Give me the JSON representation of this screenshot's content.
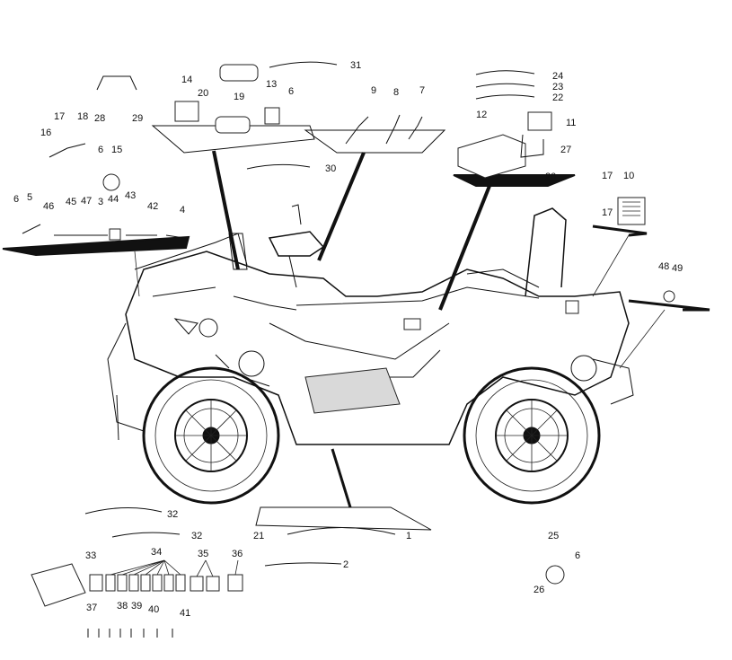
{
  "callouts": {
    "c1": "1",
    "c2": "2",
    "c3": "3",
    "c4": "4",
    "c5": "5",
    "c6a": "6",
    "c6b": "6",
    "c6c": "6",
    "c6d": "6",
    "c7": "7",
    "c8": "8",
    "c9": "9",
    "c10": "10",
    "c11": "11",
    "c12": "12",
    "c13": "13",
    "c14": "14",
    "c15": "15",
    "c16": "16",
    "c17a": "17",
    "c17b": "17",
    "c17c": "17",
    "c18": "18",
    "c19": "19",
    "c20a": "20",
    "c20b": "20",
    "c21": "21",
    "c22": "22",
    "c23": "23",
    "c24": "24",
    "c25": "25",
    "c26": "26",
    "c27": "27",
    "c28": "28",
    "c29": "29",
    "c30": "30",
    "c31": "31",
    "c32a": "32",
    "c32b": "32",
    "c33": "33",
    "c34": "34",
    "c35": "35",
    "c36": "36",
    "c37": "37",
    "c38": "38",
    "c39": "39",
    "c40": "40",
    "c41": "41",
    "c42": "42",
    "c43": "43",
    "c44": "44",
    "c45": "45",
    "c46": "46",
    "c47": "47",
    "c48": "48",
    "c49": "49"
  },
  "colors": {
    "line": "#111111",
    "fill": "#ffffff",
    "shade": "#d9d9d9"
  }
}
